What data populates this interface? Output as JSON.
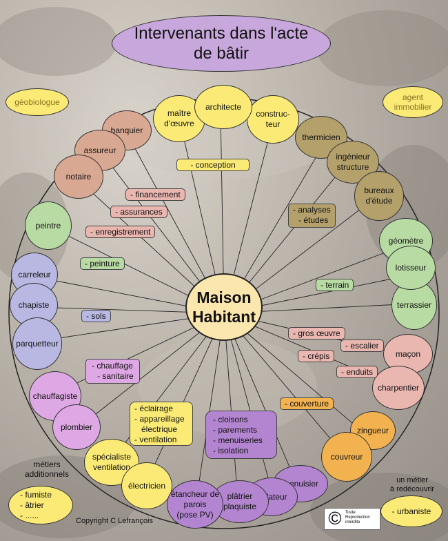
{
  "title": {
    "line1": "Intervenants dans l'acte",
    "line2": "de bâtir"
  },
  "center": {
    "line1": "Maison",
    "line2": "Habitant"
  },
  "colors": {
    "title_fill": "#c8a8dc",
    "center_fill": "#fbe6ad",
    "yellow": "#fbeb76",
    "tan": "#d9a893",
    "olive": "#b3a06a",
    "pink": "#e9b6b0",
    "green": "#b8dba4",
    "lavender": "#b8b8e2",
    "violet": "#dda8e3",
    "purple": "#b385d1",
    "orange": "#f2b24f"
  },
  "corners": {
    "geobiologue": "géobiologue",
    "agent_line1": "agent",
    "agent_line2": "immobilier",
    "metiers_line1": "métiers",
    "metiers_line2": "additionnels",
    "fumiste": "- fumiste",
    "atrier": "- âtrier",
    "dots": "- ......",
    "metier_line1": "un métier",
    "metier_line2": "à redécouvrir",
    "urbaniste": "- urbaniste",
    "copyright": "Copyright C Lefrançois",
    "c_symbol": "©",
    "repro_line1": "Toute",
    "repro_line2": "Reproduction",
    "repro_line3": "interdite"
  },
  "nodes": {
    "maitre": {
      "line1": "maître",
      "line2": "d'œuvre"
    },
    "architecte": {
      "line1": "architecte"
    },
    "constructeur": {
      "line1": "construc-",
      "line2": "teur"
    },
    "banquier": {
      "line1": "banquier"
    },
    "assureur": {
      "line1": "assureur"
    },
    "notaire": {
      "line1": "notaire"
    },
    "thermicien": {
      "line1": "thermicien"
    },
    "ingenieur": {
      "line1": "ingénieur",
      "line2": "structure"
    },
    "bureaux": {
      "line1": "bureaux",
      "line2": "d'étude"
    },
    "peintre": {
      "line1": "peintre"
    },
    "geometre": {
      "line1": "géomètre"
    },
    "lotisseur": {
      "line1": "lotisseur"
    },
    "terrassier": {
      "line1": "terrassier"
    },
    "carreleur": {
      "line1": "carreleur"
    },
    "chapiste": {
      "line1": "chapiste"
    },
    "parquetteur": {
      "line1": "parquetteur"
    },
    "macon": {
      "line1": "maçon"
    },
    "charpentier": {
      "line1": "charpentier"
    },
    "chauffagiste": {
      "line1": "chauffagiste"
    },
    "plombier": {
      "line1": "plombier"
    },
    "zingueur": {
      "line1": "zingueur"
    },
    "couvreur": {
      "line1": "couvreur"
    },
    "specialiste": {
      "line1": "spécialiste",
      "line2": "ventilation"
    },
    "electricien": {
      "line1": "électricien"
    },
    "etancheur": {
      "line1": "étancheur de",
      "line2": "parois",
      "line3": "(pose PV)"
    },
    "platrier": {
      "line1": "plâtrier",
      "line2": "plaquiste"
    },
    "isolateur": {
      "line1": "isolateur"
    },
    "menuisier": {
      "line1": "menuisier"
    }
  },
  "tags": {
    "conception": "- conception",
    "financement": "- financement",
    "assurances": "- assurances",
    "enregistrement": "- enregistrement",
    "peinture": "- peinture",
    "analyses": "- analyses",
    "etudes": "- études",
    "terrain": "- terrain",
    "sols": "- sols",
    "gros_oeuvre": "- gros œuvre",
    "escalier": "- escalier",
    "crepis": "- crépis",
    "enduits": "- enduits",
    "chauffage": "- chauffage",
    "sanitaire": "- sanitaire",
    "couverture": "- couverture",
    "eclairage": "- éclairage",
    "appareillage": "- appareillage",
    "electrique": "électrique",
    "ventilation": "- ventilation",
    "cloisons": "- cloisons",
    "parements": "- parements",
    "menuiseries": "- menuiseries",
    "isolation": "- isolation"
  }
}
